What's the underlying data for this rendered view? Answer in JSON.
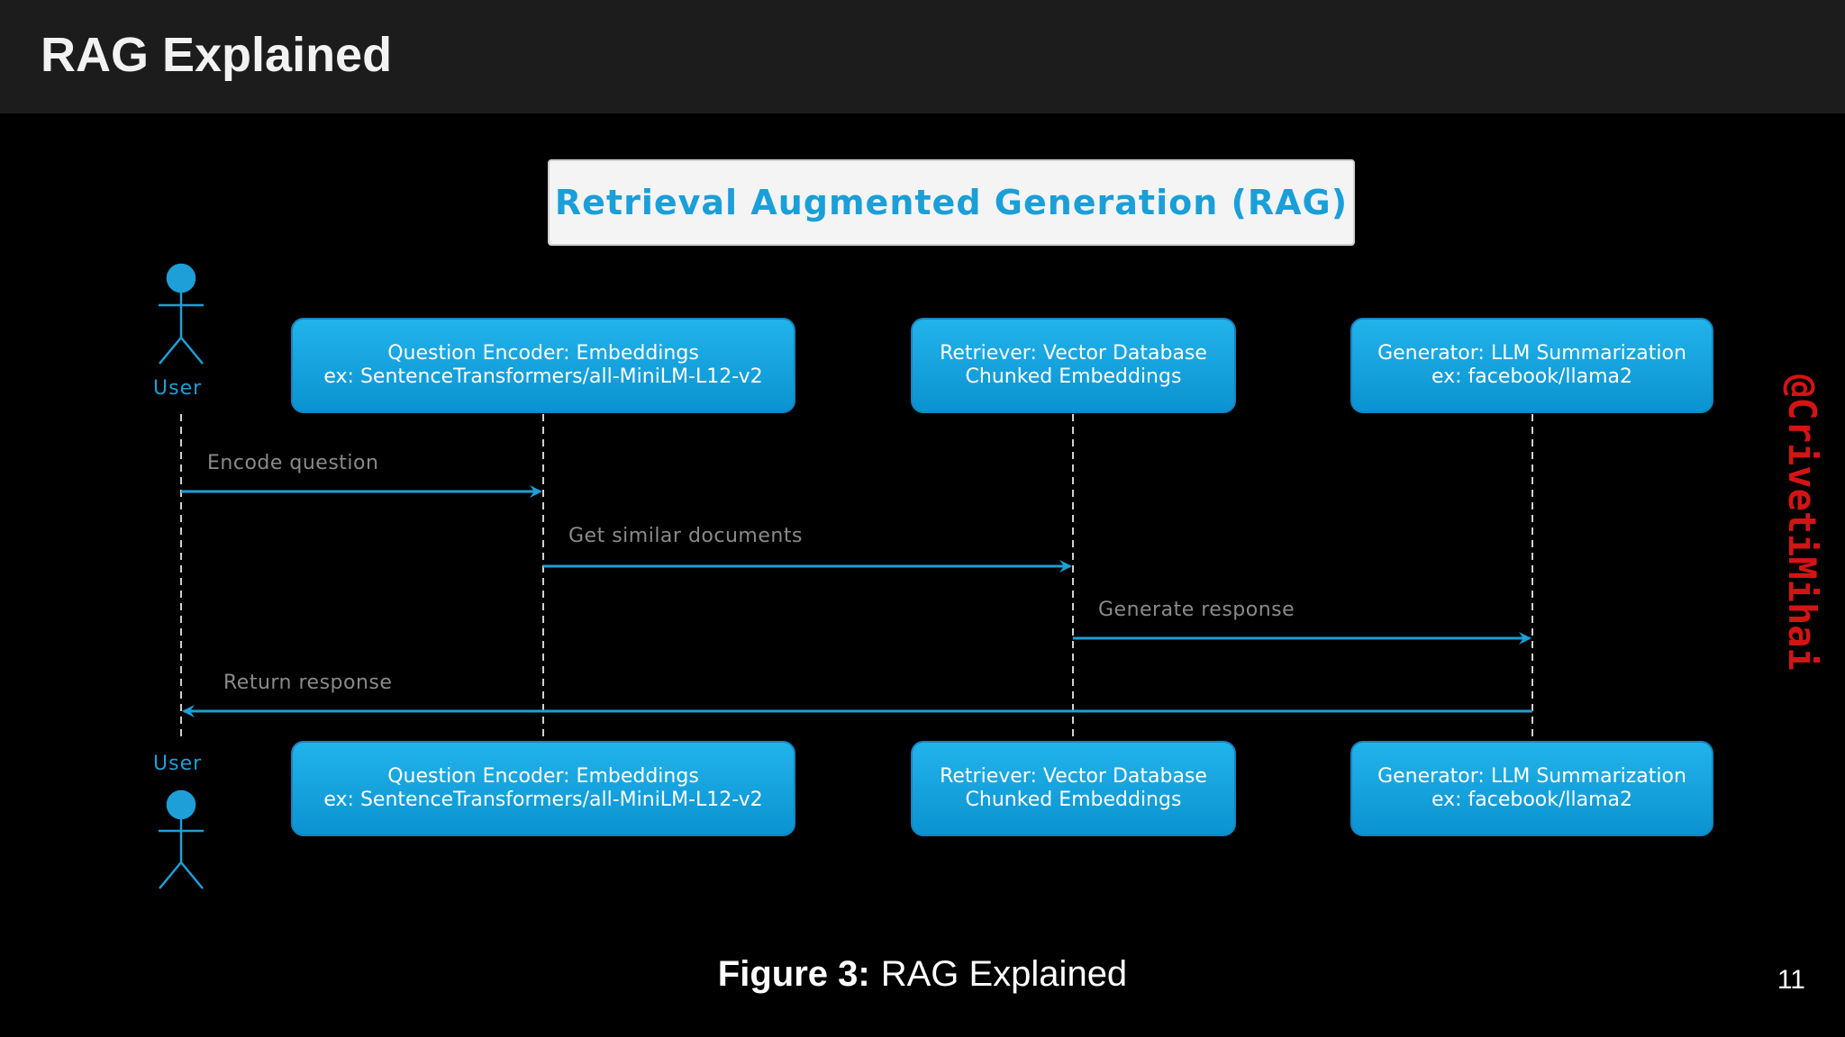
{
  "slide": {
    "title": "RAG Explained",
    "page_number": "11",
    "watermark": "@CrivetiMihai"
  },
  "diagram": {
    "title": "Retrieval Augmented Generation (RAG)",
    "actor": {
      "label": "User"
    },
    "participants": [
      {
        "id": "encoder",
        "line1": "Question Encoder: Embeddings",
        "line2": "ex: SentenceTransformers/all-MiniLM-L12-v2"
      },
      {
        "id": "retriever",
        "line1": "Retriever: Vector Database",
        "line2": "Chunked Embeddings"
      },
      {
        "id": "generator",
        "line1": "Generator: LLM Summarization",
        "line2": "ex: facebook/llama2"
      }
    ],
    "messages": [
      {
        "from": "User",
        "to": "encoder",
        "label": "Encode question"
      },
      {
        "from": "encoder",
        "to": "retriever",
        "label": "Get similar documents"
      },
      {
        "from": "retriever",
        "to": "generator",
        "label": "Generate response"
      },
      {
        "from": "generator",
        "to": "User",
        "label": "Return response"
      }
    ],
    "colors": {
      "accent": "#1e9fd8",
      "box": "#11a4e0",
      "message_text": "#8a8a8a"
    }
  },
  "figure_caption": {
    "prefix": "Figure 3:",
    "text": "RAG Explained"
  }
}
